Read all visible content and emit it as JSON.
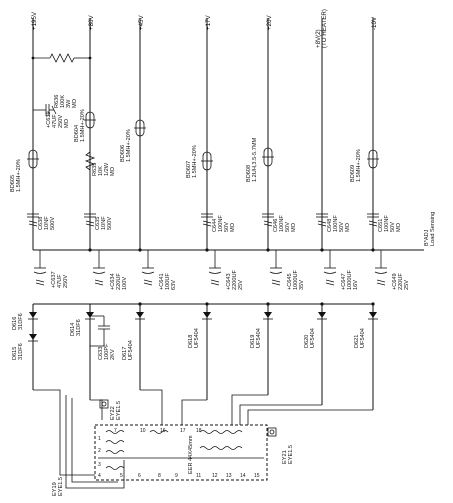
{
  "rails": [
    {
      "id": "r195",
      "label": "+195V"
    },
    {
      "id": "r80",
      "label": "+80V"
    },
    {
      "id": "r45",
      "label": "+45V"
    },
    {
      "id": "r17",
      "label": "+17V"
    },
    {
      "id": "r20",
      "label": "+20V"
    },
    {
      "id": "r8",
      "label": "+8V(2)\n(TO HEATER)"
    },
    {
      "id": "rm10",
      "label": "-10V"
    }
  ],
  "resistors": [
    {
      "id": "R636",
      "lines": [
        "R636",
        "100K",
        "3W",
        "MO"
      ]
    },
    {
      "id": "R635",
      "lines": [
        "R635",
        "10K",
        "1/2W",
        "MO"
      ]
    }
  ],
  "ferrite_beads": [
    {
      "id": "BD605",
      "lines": [
        "BD605",
        "1.5MH+-20%"
      ]
    },
    {
      "id": "BD604",
      "lines": [
        "BD604",
        "1.5MH+-20%"
      ]
    },
    {
      "id": "BD606",
      "lines": [
        "BD606",
        "1.5MH+-20%"
      ]
    },
    {
      "id": "BD607",
      "lines": [
        "BD607",
        "1.5MH+-20%"
      ]
    },
    {
      "id": "BD608",
      "lines": [
        "BD608",
        "1.2UH,3.5-5.7MM"
      ]
    },
    {
      "id": "BD609",
      "lines": [
        "BD609",
        "1.5MH+-20%"
      ]
    }
  ],
  "film_caps": [
    {
      "id": "C639",
      "lines": [
        "+C639",
        "47UF",
        "250V",
        "MO"
      ]
    },
    {
      "id": "C638",
      "lines": [
        "C638",
        "10NF",
        "500V"
      ]
    },
    {
      "id": "C635",
      "lines": [
        "C635",
        "10NF",
        "500V"
      ]
    },
    {
      "id": "C644",
      "lines": [
        "C644",
        "100NF",
        "50V",
        "MO"
      ]
    },
    {
      "id": "C646",
      "lines": [
        "C646",
        "100NF",
        "50V",
        "MO"
      ]
    },
    {
      "id": "C648",
      "lines": [
        "C648",
        "100NF",
        "50V",
        "MO"
      ]
    },
    {
      "id": "C651",
      "lines": [
        "C651",
        "100NF",
        "50V",
        "MO"
      ]
    }
  ],
  "electrolytics": [
    {
      "id": "C637",
      "lines": [
        "+C637",
        "47UF",
        "250V"
      ]
    },
    {
      "id": "C634",
      "lines": [
        "+C634",
        "220UF",
        "100V"
      ]
    },
    {
      "id": "C641",
      "lines": [
        "+C641",
        "100UF",
        "63V"
      ]
    },
    {
      "id": "C643",
      "lines": [
        "+C643",
        "2200UF",
        "25V"
      ]
    },
    {
      "id": "C645",
      "lines": [
        "+C645",
        "1000UF",
        "35V"
      ]
    },
    {
      "id": "C647",
      "lines": [
        "+C647",
        "1000UF",
        "16V"
      ]
    },
    {
      "id": "C649",
      "lines": [
        "+C649",
        "220UF",
        "25V"
      ]
    }
  ],
  "diodes": [
    {
      "id": "D616",
      "lines": [
        "D616",
        "31DF6"
      ]
    },
    {
      "id": "D615",
      "lines": [
        "D615",
        "31DF6"
      ]
    },
    {
      "id": "D614",
      "lines": [
        "D614",
        "31DF6"
      ]
    },
    {
      "id": "D617",
      "lines": [
        "D617",
        "UF5404"
      ]
    },
    {
      "id": "D618",
      "lines": [
        "D618",
        "UF5404"
      ]
    },
    {
      "id": "D619",
      "lines": [
        "D619",
        "UF5404"
      ]
    },
    {
      "id": "D620",
      "lines": [
        "D620",
        "UF5404"
      ]
    },
    {
      "id": "D621",
      "lines": [
        "D621",
        "UF5404"
      ]
    }
  ],
  "c633": {
    "lines": [
      "C633",
      "100PF",
      "2KV"
    ]
  },
  "eyelets": [
    {
      "id": "EY22",
      "lines": [
        "EY22",
        "EYE1.5"
      ]
    },
    {
      "id": "EY19",
      "lines": [
        "EY19",
        "EYE1.5"
      ]
    },
    {
      "id": "EY21",
      "lines": [
        "EY21",
        "EYE1.5"
      ]
    }
  ],
  "transformer": {
    "label": "EER 44X45mm"
  },
  "pins": [
    "1",
    "2",
    "3",
    "4",
    "5",
    "6",
    "7",
    "8",
    "9",
    "10",
    "11",
    "12",
    "13",
    "14",
    "15",
    "16",
    "17",
    "18"
  ],
  "sense": {
    "lines": [
      "B*ADJ",
      "Load Sensing"
    ]
  }
}
